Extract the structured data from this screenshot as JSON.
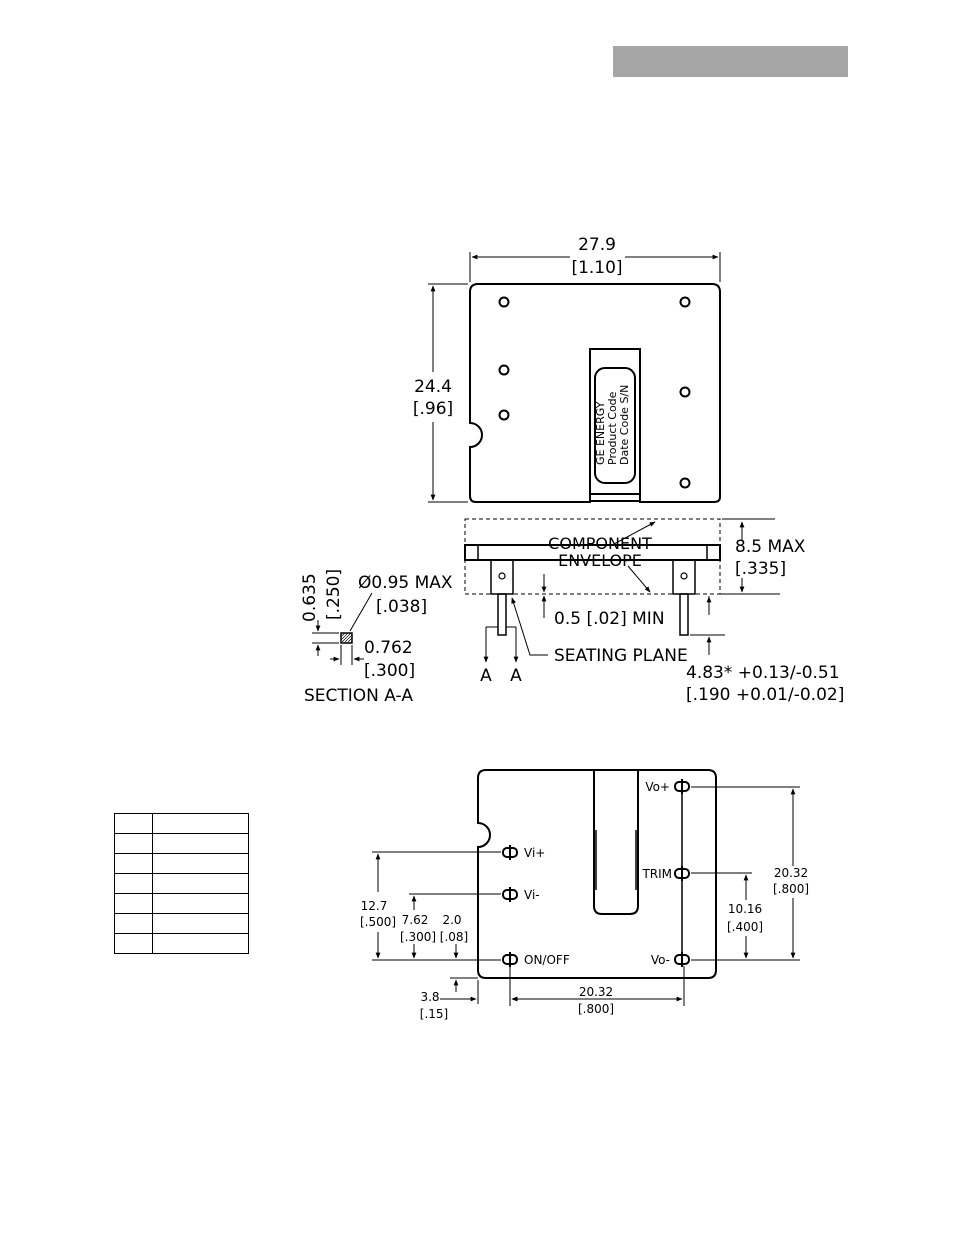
{
  "header_bar": {
    "color": "#a6a6a6",
    "text": ""
  },
  "top_view": {
    "width_mm": "27.9",
    "width_in": "[1.10]",
    "height_mm": "24.4",
    "height_in": "[.96]",
    "label_lines": [
      "GE ENERGY",
      "Product Code",
      "Date Code S/N"
    ]
  },
  "side_view": {
    "component_envelope": [
      "COMPONENT",
      "ENVELOPE"
    ],
    "max_height_mm": "8.5 MAX",
    "max_height_in": "[.335]",
    "standoff": "0.5 [.02] MIN",
    "seating_plane": "SEATING PLANE",
    "pin_length_mm": "4.83* +0.13/-0.51",
    "pin_length_in": "[.190 +0.01/-0.02]",
    "section_marks": [
      "A",
      "A"
    ]
  },
  "section_aa": {
    "title": "SECTION A-A",
    "diameter_mm": "Ø0.95 MAX",
    "diameter_in": "[.038]",
    "height_mm": "0.635",
    "height_in": "[.250]",
    "width_mm": "0.762",
    "width_in": "[.300]"
  },
  "bottom_view": {
    "pins": [
      "Vi+",
      "Vi-",
      "ON/OFF",
      "Vo+",
      "TRIM",
      "Vo-"
    ],
    "dim_12_7_mm": "12.7",
    "dim_12_7_in": "[.500]",
    "dim_7_62_mm": "7.62",
    "dim_7_62_in": "[.300]",
    "dim_2_0_mm": "2.0",
    "dim_2_0_in": "[.08]",
    "dim_3_8_mm": "3.8",
    "dim_3_8_in": "[.15]",
    "dim_20_32_h_mm": "20.32",
    "dim_20_32_h_in": "[.800]",
    "dim_10_16_mm": "10.16",
    "dim_10_16_in": "[.400]",
    "dim_20_32_v_mm": "20.32",
    "dim_20_32_v_in": "[.800]"
  },
  "pin_table": {
    "rows": 7,
    "columns": 2,
    "cells": []
  }
}
